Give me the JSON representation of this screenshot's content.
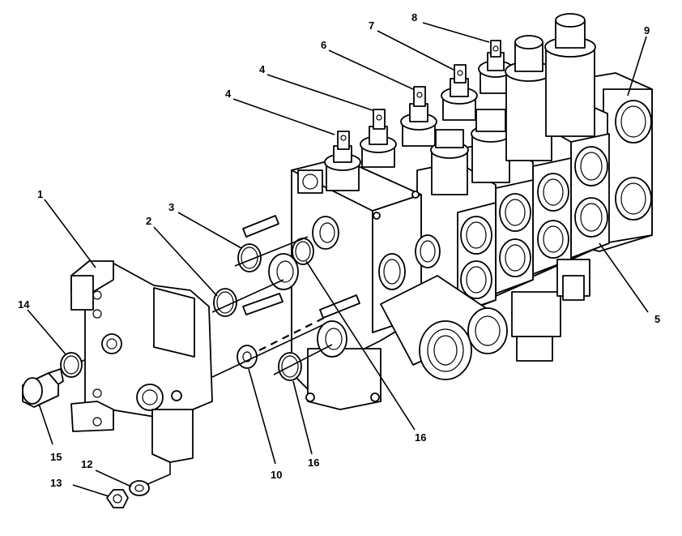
{
  "callouts": [
    {
      "id": "c1",
      "text": "1"
    },
    {
      "id": "c2",
      "text": "2"
    },
    {
      "id": "c3",
      "text": "3"
    },
    {
      "id": "c4a",
      "text": "4"
    },
    {
      "id": "c4b",
      "text": "4"
    },
    {
      "id": "c5",
      "text": "5"
    },
    {
      "id": "c6",
      "text": "6"
    },
    {
      "id": "c7",
      "text": "7"
    },
    {
      "id": "c8",
      "text": "8"
    },
    {
      "id": "c9",
      "text": "9"
    },
    {
      "id": "c10",
      "text": "10"
    },
    {
      "id": "c12",
      "text": "12"
    },
    {
      "id": "c13",
      "text": "13"
    },
    {
      "id": "c14",
      "text": "14"
    },
    {
      "id": "c15",
      "text": "15"
    },
    {
      "id": "c16a",
      "text": "16"
    },
    {
      "id": "c16b",
      "text": "16"
    }
  ]
}
